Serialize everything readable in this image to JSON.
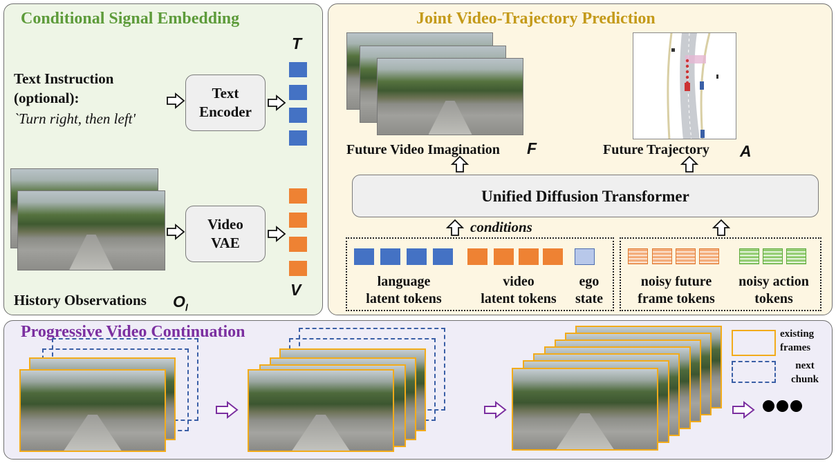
{
  "conditional_panel": {
    "title": "Conditional Signal Embedding",
    "text_instruction_line1": "Text Instruction",
    "text_instruction_line2": "(optional):",
    "text_instruction_example": "`Turn right, then left'",
    "text_encoder_line1": "Text",
    "text_encoder_line2": "Encoder",
    "text_token_symbol": "T",
    "video_vae_line1": "Video",
    "video_vae_line2": "VAE",
    "video_token_symbol": "V",
    "history_label": "History Observations",
    "history_symbol": "O",
    "history_subscript": "l"
  },
  "joint_panel": {
    "title": "Joint Video-Trajectory Prediction",
    "future_video_label": "Future Video Imagination",
    "future_video_symbol": "F",
    "future_trajectory_label": "Future Trajectory",
    "future_trajectory_symbol": "A",
    "transformer_label": "Unified Diffusion Transformer",
    "conditions_label": "conditions",
    "token_groups": [
      {
        "line1": "language",
        "line2": "latent tokens"
      },
      {
        "line1": "video",
        "line2": "latent tokens"
      },
      {
        "line1": "ego",
        "line2": "state"
      },
      {
        "line1": "noisy future",
        "line2": "frame tokens"
      },
      {
        "line1": "noisy action",
        "line2": "tokens"
      }
    ]
  },
  "progressive_panel": {
    "title": "Progressive Video Continuation",
    "legend_existing_line1": "existing",
    "legend_existing_line2": "frames",
    "legend_next_line1": "next",
    "legend_next_line2": "chunk"
  },
  "colors": {
    "cond_title": "#5d9b3a",
    "joint_title": "#c49a1a",
    "prog_title": "#7b2fa0",
    "text_token": "#4472c4",
    "video_token": "#ee8233",
    "existing_frame_border": "#f2ab1a",
    "next_chunk_border": "#3a5fa6",
    "prog_arrow": "#7b2fa0"
  }
}
